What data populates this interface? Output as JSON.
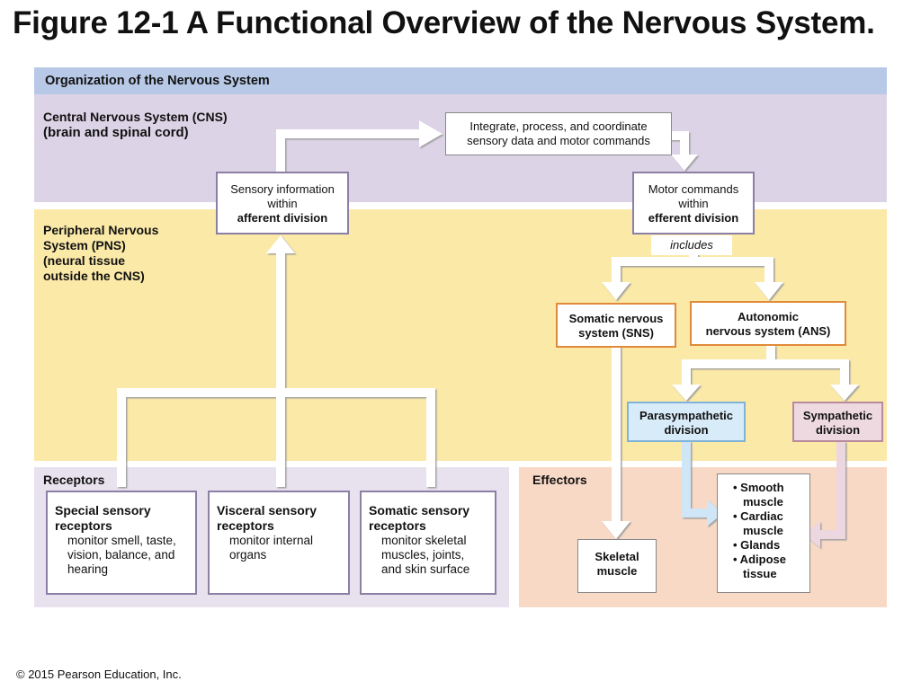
{
  "title": "Figure 12-1 A Functional Overview of the Nervous System.",
  "copyright": "© 2015 Pearson Education, Inc.",
  "header": "Organization of the Nervous System",
  "cns": {
    "line1": "Central Nervous System (CNS)",
    "line2": "(brain and spinal cord)"
  },
  "pns": {
    "line1": "Peripheral Nervous",
    "line2": "System (PNS)",
    "line3": "(neural tissue",
    "line4": "outside the CNS)"
  },
  "integrate": {
    "line1": "Integrate, process, and coordinate",
    "line2": "sensory data and motor commands"
  },
  "sensory_info": {
    "line1": "Sensory information",
    "line2": "within",
    "line3": "afferent division"
  },
  "motor_cmds": {
    "line1": "Motor commands",
    "line2": "within",
    "line3": "efferent division"
  },
  "includes": "includes",
  "sns": {
    "line1": "Somatic nervous",
    "line2": "system (SNS)"
  },
  "ans": {
    "line1": "Autonomic",
    "line2": "nervous system (ANS)"
  },
  "parasympathetic": {
    "line1": "Parasympathetic",
    "line2": "division"
  },
  "sympathetic": {
    "line1": "Sympathetic",
    "line2": "division"
  },
  "receptors_label": "Receptors",
  "effectors_label": "Effectors",
  "special": {
    "line1": "Special sensory",
    "line2": "receptors",
    "d1": "monitor smell, taste,",
    "d2": "vision, balance, and",
    "d3": "hearing"
  },
  "visceral": {
    "line1": "Visceral sensory",
    "line2": "receptors",
    "d1": "monitor internal",
    "d2": "organs"
  },
  "somatic_rec": {
    "line1": "Somatic sensory",
    "line2": "receptors",
    "d1": "monitor skeletal",
    "d2": "muscles, joints,",
    "d3": "and skin surface"
  },
  "skeletal": {
    "line1": "Skeletal",
    "line2": "muscle"
  },
  "effector_list": {
    "i1a": "• Smooth",
    "i1b": "muscle",
    "i2a": "• Cardiac",
    "i2b": "muscle",
    "i3a": "• Glands",
    "i4a": "• Adipose",
    "i4b": "tissue"
  },
  "colors": {
    "header_band": "#b7c9e6",
    "cns_band": "#ddd3e6",
    "pns_band": "#fbe9a8",
    "receptors_band": "#e8e2ef",
    "effectors_band": "#f8d9c6",
    "parasympathetic_fill": "#d8ebf8",
    "sympathetic_fill": "#eed9e1"
  }
}
